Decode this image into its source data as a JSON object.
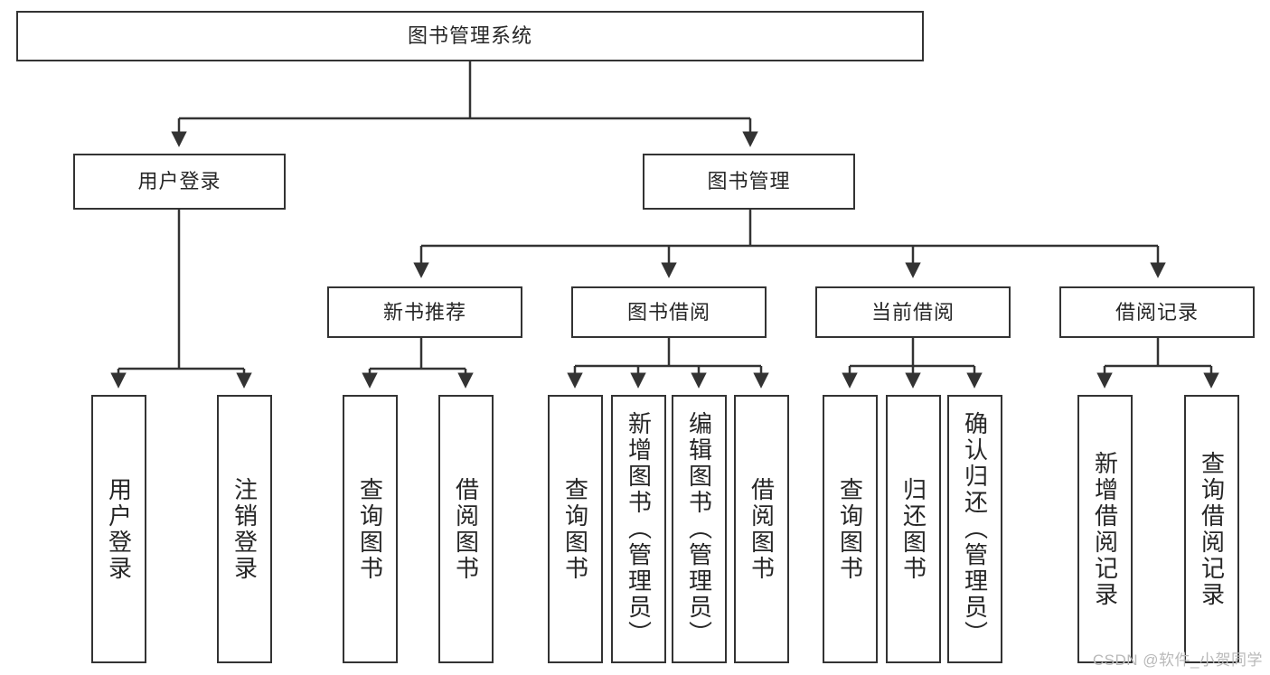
{
  "diagram": {
    "type": "tree-hierarchy",
    "title": "图书管理系统",
    "watermark": "CSDN @软件_小贺同学",
    "colors": {
      "box_border": "#333333",
      "box_fill": "#ffffff",
      "edge": "#333333",
      "text": "#262626",
      "watermark": "#b9b9b9"
    },
    "nodes": {
      "root": {
        "label": "图书管理系统"
      },
      "level2": [
        {
          "id": "user-login",
          "label": "用户登录"
        },
        {
          "id": "book-management",
          "label": "图书管理"
        }
      ],
      "level3": [
        {
          "id": "new-book-recommend",
          "label": "新书推荐"
        },
        {
          "id": "book-borrow",
          "label": "图书借阅"
        },
        {
          "id": "current-borrow",
          "label": "当前借阅"
        },
        {
          "id": "borrow-record",
          "label": "借阅记录"
        }
      ],
      "leaves": {
        "user-login": [
          {
            "id": "leaf-user-login",
            "label": "用户登录"
          },
          {
            "id": "leaf-logout-login",
            "label": "注销登录"
          }
        ],
        "new-book-recommend": [
          {
            "id": "leaf-query-book-1",
            "label": "查询图书"
          },
          {
            "id": "leaf-borrow-book-1",
            "label": "借阅图书"
          }
        ],
        "book-borrow": [
          {
            "id": "leaf-query-book-2",
            "label": "查询图书"
          },
          {
            "id": "leaf-add-book-admin",
            "label": "新增图书（管理员）"
          },
          {
            "id": "leaf-edit-book-admin",
            "label": "编辑图书（管理员）"
          },
          {
            "id": "leaf-borrow-book-2",
            "label": "借阅图书"
          }
        ],
        "current-borrow": [
          {
            "id": "leaf-query-book-3",
            "label": "查询图书"
          },
          {
            "id": "leaf-return-book",
            "label": "归还图书"
          },
          {
            "id": "leaf-confirm-return-admin",
            "label": "确认归还（管理员）"
          }
        ],
        "borrow-record": [
          {
            "id": "leaf-add-borrow-record",
            "label": "新增借阅记录"
          },
          {
            "id": "leaf-query-borrow-record",
            "label": "查询借阅记录"
          }
        ]
      }
    }
  }
}
